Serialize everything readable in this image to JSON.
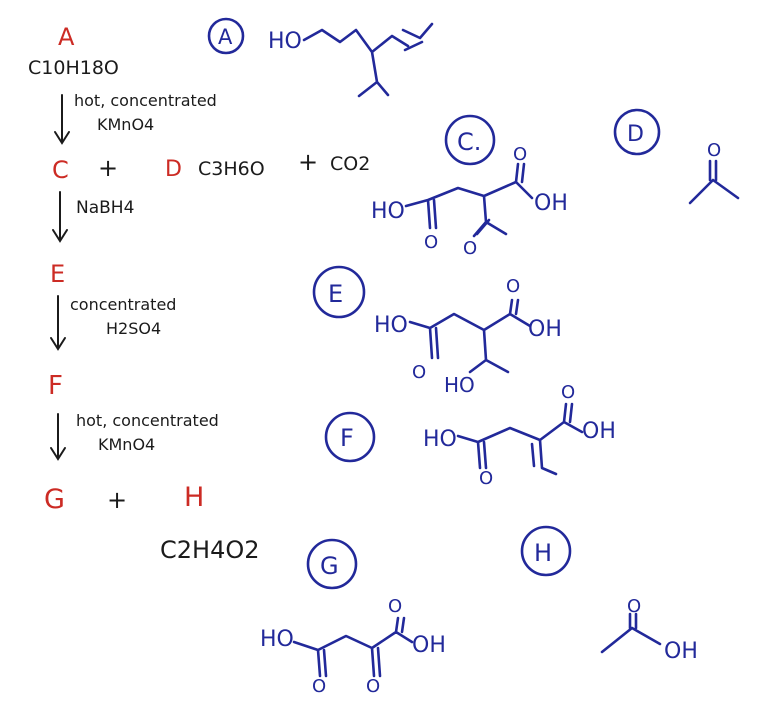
{
  "scheme": {
    "steps": [
      {
        "label": "A",
        "formula": "C10H18O"
      },
      {
        "reagent": "hot, concentrated",
        "reagent_sub": "KMnO4"
      },
      {
        "products": [
          {
            "label": "C"
          },
          {
            "label": "D",
            "formula": "C3H6O"
          },
          {
            "formula": "CO2"
          }
        ]
      },
      {
        "reagent": "NaBH4"
      },
      {
        "label": "E"
      },
      {
        "reagent": "concentrated",
        "reagent_sub": "H2SO4"
      },
      {
        "label": "F"
      },
      {
        "reagent": "hot, concentrated",
        "reagent_sub": "KMnO4"
      },
      {
        "products": [
          {
            "label": "G"
          },
          {
            "label": "H",
            "formula": "C2H4O2"
          }
        ]
      }
    ],
    "plus": "+"
  },
  "structures": [
    {
      "label": "A",
      "atom_labels": [
        "HO"
      ]
    },
    {
      "label": "C.",
      "atom_labels": [
        "HO",
        "O",
        "OH",
        "O",
        "O"
      ]
    },
    {
      "label": "D",
      "atom_labels": [
        "O"
      ]
    },
    {
      "label": "E",
      "atom_labels": [
        "HO",
        "O",
        "OH",
        "O",
        "HO"
      ]
    },
    {
      "label": "F",
      "atom_labels": [
        "HO",
        "O",
        "OH",
        "O"
      ]
    },
    {
      "label": "G",
      "atom_labels": [
        "HO",
        "O",
        "OH",
        "O",
        "O"
      ]
    },
    {
      "label": "H",
      "atom_labels": [
        "O",
        "OH"
      ]
    }
  ]
}
